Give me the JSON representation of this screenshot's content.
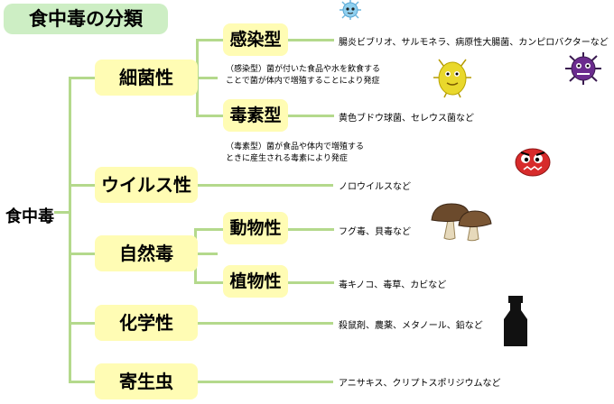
{
  "title": "食中毒の分類",
  "root": "食中毒",
  "categories": [
    {
      "label": "細菌性"
    },
    {
      "label": "ウイルス性",
      "example": "ノロウイルスなど"
    },
    {
      "label": "自然毒"
    },
    {
      "label": "化学性",
      "example": "殺鼠剤、農薬、メタノール、鉛など"
    },
    {
      "label": "寄生虫",
      "example": "アニサキス、クリプトスポリジウムなど"
    }
  ],
  "bacterial": [
    {
      "label": "感染型",
      "example": "腸炎ビブリオ、サルモネラ、病原性大腸菌、カンピロバクターなど",
      "note_line1": "（感染型）菌が付いた食品や水を飲食する",
      "note_line2": "ことで菌が体内で増殖することにより発症"
    },
    {
      "label": "毒素型",
      "example": "黄色ブドウ球菌、セレウス菌など",
      "note_line1": "（毒素型）菌が食品や体内で増殖する",
      "note_line2": "ときに産生される毒素により発症"
    }
  ],
  "natural": [
    {
      "label": "動物性",
      "example": "フグ毒、貝毒など"
    },
    {
      "label": "植物性",
      "example": "毒キノコ、毒草、カビなど"
    }
  ]
}
